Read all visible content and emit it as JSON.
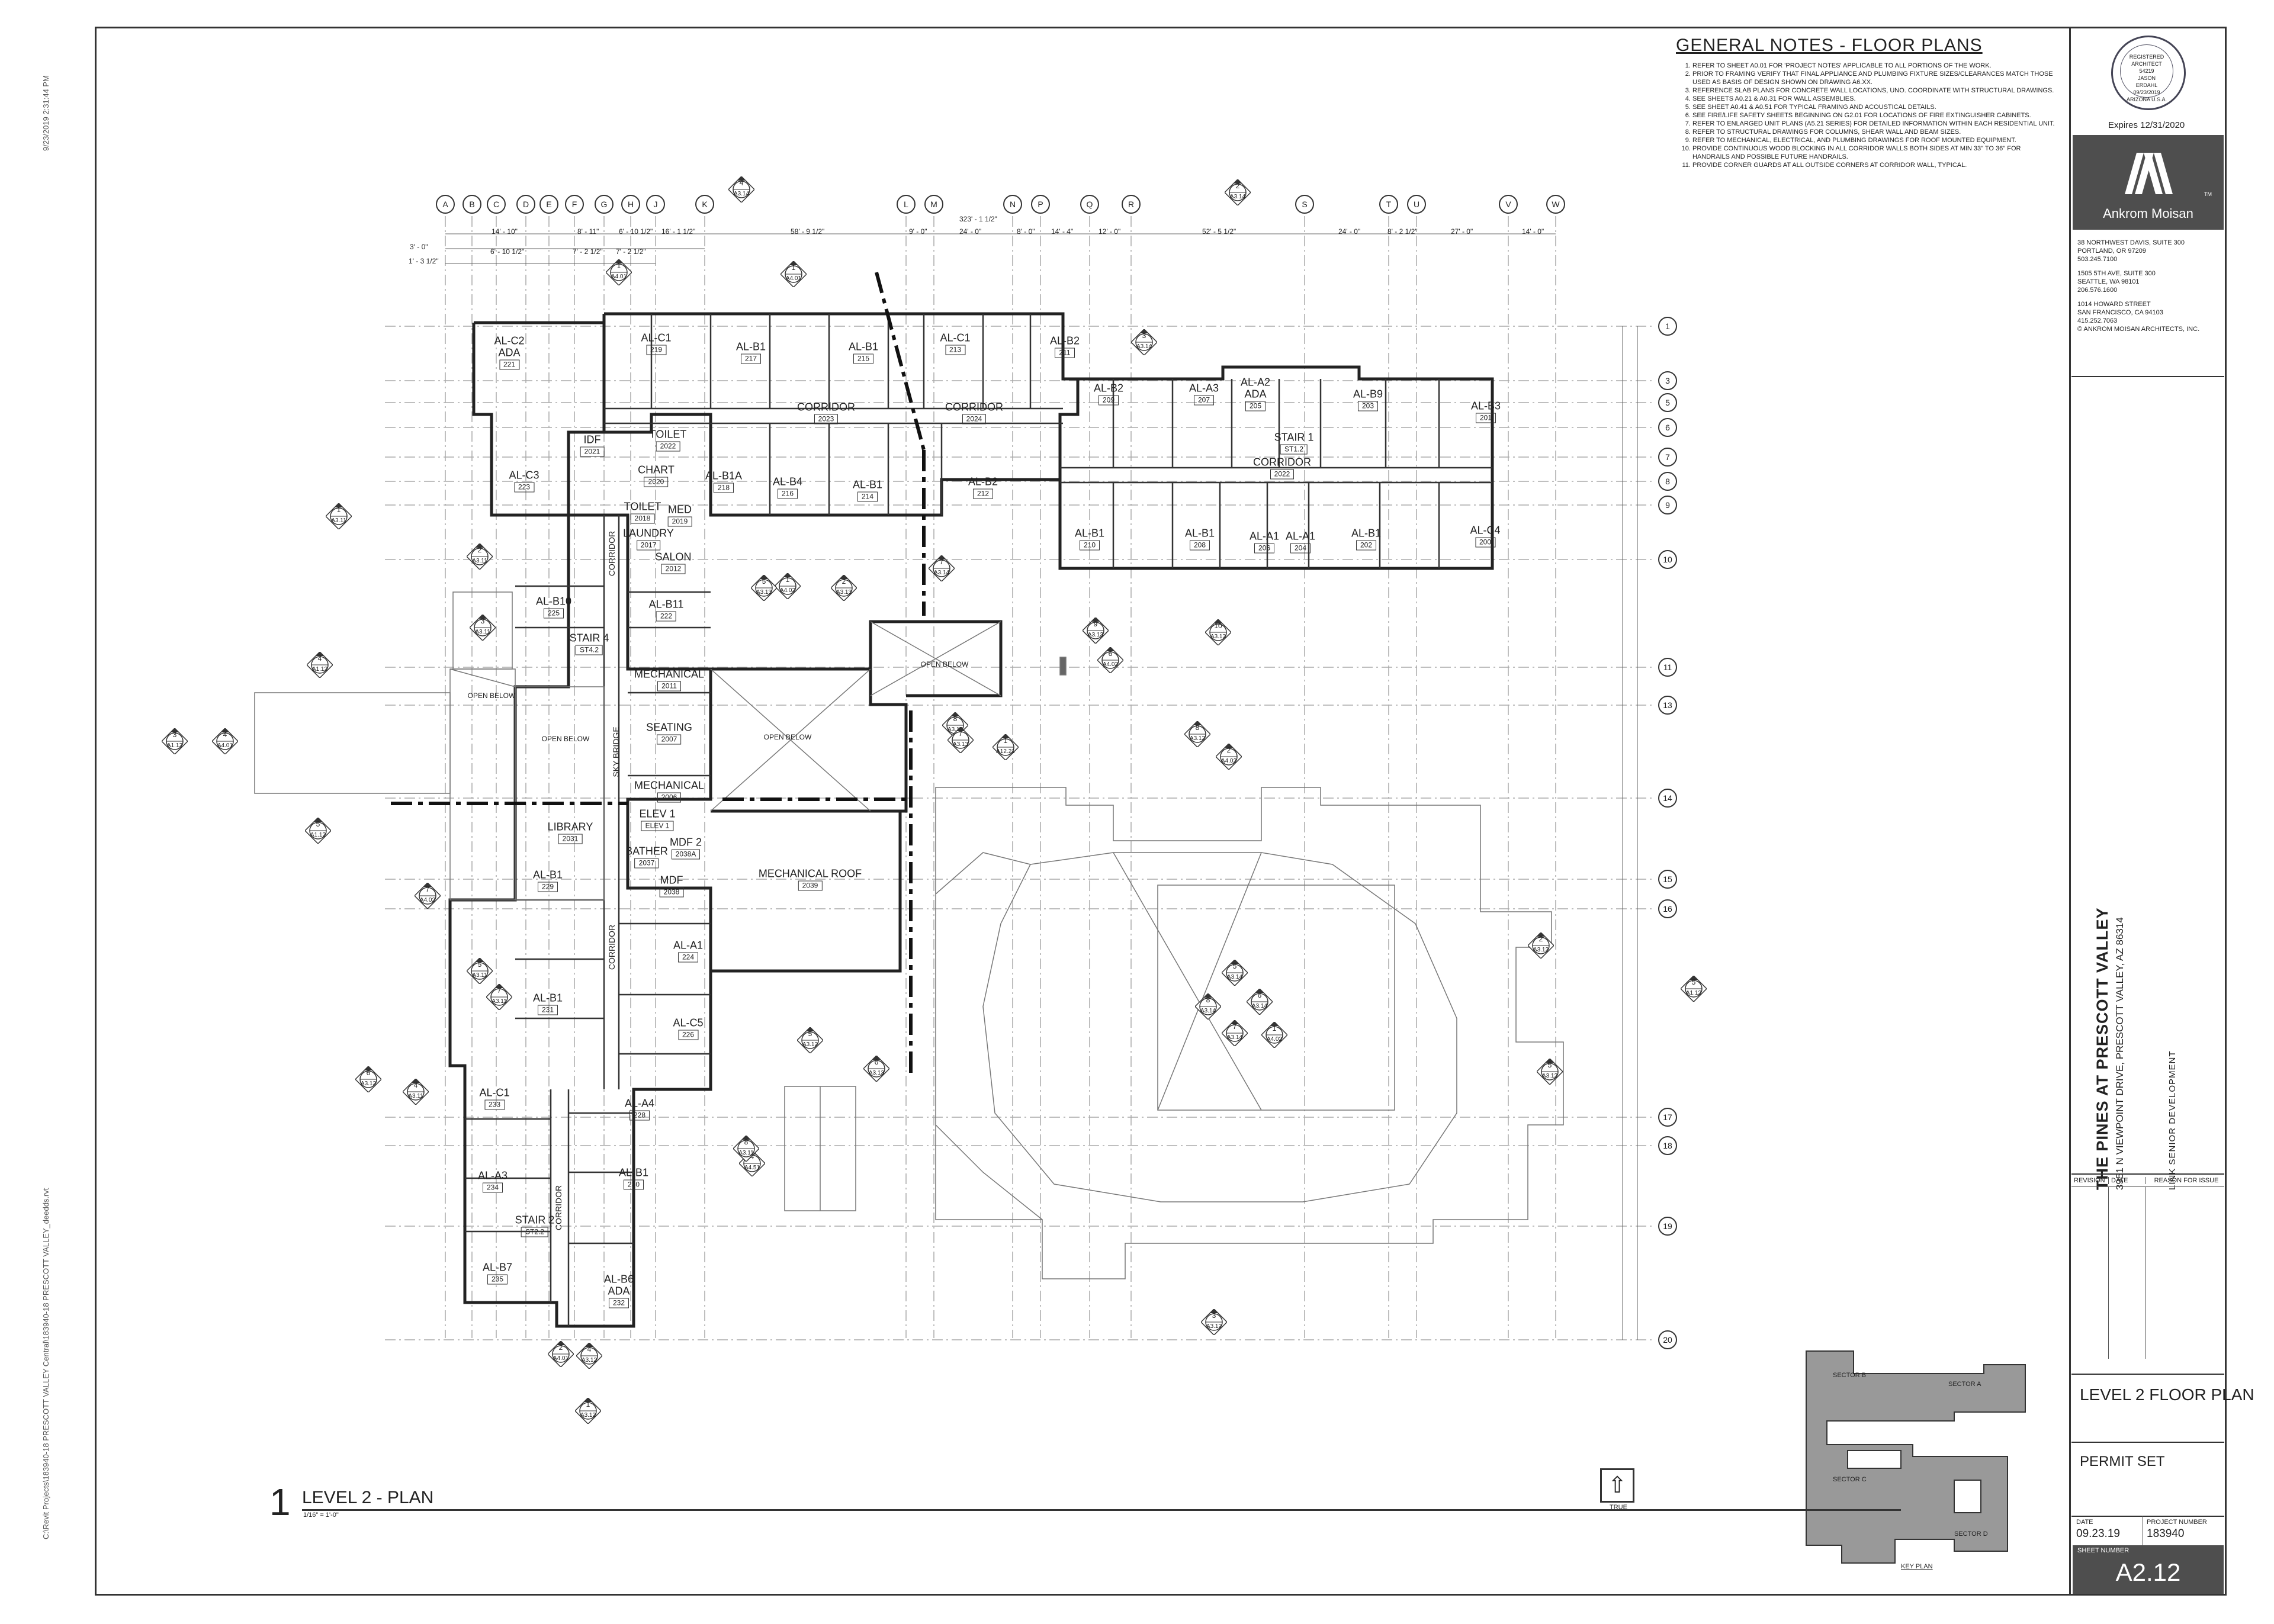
{
  "sheet": {
    "print_date": "9/23/2019 2:31:44 PM",
    "file_path": "C:\\Revit Projects\\183940-18 PRESCOTT VALLEY Central\\183940-18 PRESCOTT VALLEY_deedds.rvt"
  },
  "notes": {
    "title": "GENERAL NOTES - FLOOR PLANS",
    "items": [
      "REFER TO SHEET A0.01 FOR 'PROJECT NOTES' APPLICABLE TO ALL PORTIONS OF THE WORK.",
      "PRIOR TO FRAMING VERIFY THAT FINAL APPLIANCE AND PLUMBING FIXTURE SIZES/CLEARANCES MATCH THOSE USED AS BASIS OF DESIGN SHOWN ON DRAWING A6.XX.",
      "REFERENCE SLAB PLANS FOR CONCRETE WALL LOCATIONS, UNO. COORDINATE WITH STRUCTURAL DRAWINGS.",
      "SEE SHEETS A0.21 & A0.31 FOR WALL ASSEMBLIES.",
      "SEE SHEET A0.41 & A0.51 FOR TYPICAL FRAMING AND ACOUSTICAL DETAILS.",
      "SEE FIRE/LIFE SAFETY SHEETS BEGINNING ON G2.01 FOR LOCATIONS OF FIRE EXTINGUISHER CABINETS.",
      "REFER TO ENLARGED UNIT PLANS (A5.21 SERIES) FOR DETAILED INFORMATION WITHIN EACH RESIDENTIAL UNIT.",
      "REFER TO STRUCTURAL DRAWINGS FOR COLUMNS, SHEAR WALL AND BEAM SIZES.",
      "REFER TO MECHANICAL, ELECTRICAL, AND PLUMBING DRAWINGS FOR ROOF MOUNTED EQUIPMENT.",
      "PROVIDE CONTINUOUS WOOD BLOCKING IN ALL CORRIDOR WALLS BOTH SIDES AT MIN 33\" TO 36\" FOR HANDRAILS AND POSSIBLE FUTURE HANDRAILS.",
      "PROVIDE CORNER GUARDS AT ALL OUTSIDE CORNERS AT CORRIDOR WALL, TYPICAL."
    ]
  },
  "stamp": {
    "lines": [
      "REGISTERED ARCHITECT",
      "54219",
      "JASON",
      "ERDAHL",
      "09/23/2019",
      "ARIZONA U.S.A."
    ],
    "expires": "Expires 12/31/2020"
  },
  "firm": {
    "name": "Ankrom Moisan",
    "tm": "TM",
    "offices": [
      "38 NORTHWEST DAVIS, SUITE 300\nPORTLAND, OR 97209\n503.245.7100",
      "1505 5TH AVE, SUITE 300\nSEATTLE, WA 98101\n206.576.1600",
      "1014 HOWARD STREET\nSAN FRANCISCO, CA 94103\n415.252.7063\n© ANKROM MOISAN ARCHITECTS, INC."
    ]
  },
  "project": {
    "name": "THE PINES AT PRESCOTT VALLEY",
    "address": "3951 N VIEWPOINT DRIVE, PRESCOTT VALLEY, AZ 86314",
    "client": "LINK SENIOR DEVELOPMENT"
  },
  "revision_table": {
    "col1": "REVISION",
    "col2": "DATE",
    "col3": "REASON FOR ISSUE"
  },
  "drawing": {
    "title": "LEVEL 2 FLOOR PLAN",
    "issue": "PERMIT SET",
    "date_label": "DATE",
    "date": "09.23.19",
    "project_number_label": "PROJECT NUMBER",
    "project_number": "183940",
    "sheet_number_label": "SHEET NUMBER",
    "sheet_number": "A2.12"
  },
  "plan": {
    "view_number": "1",
    "view_title": "LEVEL 2 - PLAN",
    "scale": "1/16\" = 1'-0\"",
    "true_north": "TRUE",
    "north_arrow": "⇧",
    "key_plan_caption": "KEY PLAN",
    "key_sectors": [
      "SECTOR B",
      "SECTOR A",
      "SECTOR C",
      "SECTOR D"
    ],
    "column_grid": [
      "A",
      "B",
      "C",
      "D",
      "E",
      "F",
      "G",
      "H",
      "J",
      "K",
      "L",
      "M",
      "N",
      "P",
      "Q",
      "R",
      "S",
      "T",
      "U",
      "V",
      "W"
    ],
    "row_grid": [
      "1",
      "3",
      "5",
      "6",
      "7",
      "8",
      "9",
      "10",
      "11",
      "13",
      "14",
      "15",
      "16",
      "17",
      "18",
      "19",
      "20"
    ],
    "dims_top": [
      "14' - 10\"",
      "8' - 11\"",
      "6' - 10 1/2\"",
      "16' - 1 1/2\"",
      "58' - 9 1/2\"",
      "9' - 0\"",
      "24' - 0\"",
      "8' - 0\"",
      "14' - 4\"",
      "12' - 0\"",
      "52' - 5 1/2\"",
      "24' - 0\"",
      "8' - 2 1/2\"",
      "27' - 0\"",
      "14' - 0\""
    ],
    "dims_top2": [
      "3' - 0\"",
      "6' - 10 1/2\"",
      "7' - 2 1/2\"",
      "7' - 2 1/2\"",
      "1' - 3 1/2\""
    ],
    "dim_overall": "323' - 1 1/2\"",
    "rooms": [
      {
        "name": "AL-C2",
        "sub": "ADA",
        "num": "221"
      },
      {
        "name": "AL-C1",
        "sub": "",
        "num": "219"
      },
      {
        "name": "AL-B1",
        "sub": "",
        "num": "217"
      },
      {
        "name": "AL-B1",
        "sub": "",
        "num": "215"
      },
      {
        "name": "AL-C1",
        "sub": "",
        "num": "213"
      },
      {
        "name": "AL-B2",
        "sub": "",
        "num": "211"
      },
      {
        "name": "AL-B2",
        "sub": "",
        "num": "209"
      },
      {
        "name": "AL-A3",
        "sub": "",
        "num": "207"
      },
      {
        "name": "AL-A2",
        "sub": "ADA",
        "num": "205"
      },
      {
        "name": "AL-B9",
        "sub": "",
        "num": "203"
      },
      {
        "name": "AL-B3",
        "sub": "",
        "num": "201"
      },
      {
        "name": "CORRIDOR",
        "sub": "",
        "num": "2023"
      },
      {
        "name": "CORRIDOR",
        "sub": "",
        "num": "2024"
      },
      {
        "name": "TOILET",
        "sub": "",
        "num": "2022"
      },
      {
        "name": "IDF",
        "sub": "",
        "num": "2021"
      },
      {
        "name": "AL-C3",
        "sub": "",
        "num": "223"
      },
      {
        "name": "CHART",
        "sub": "",
        "num": "2020"
      },
      {
        "name": "AL-B1A",
        "sub": "",
        "num": "218"
      },
      {
        "name": "AL-B4",
        "sub": "",
        "num": "216"
      },
      {
        "name": "AL-B1",
        "sub": "",
        "num": "214"
      },
      {
        "name": "AL-B2",
        "sub": "",
        "num": "212"
      },
      {
        "name": "STAIR 1",
        "sub": "",
        "num": "ST1.2"
      },
      {
        "name": "CORRIDOR",
        "sub": "",
        "num": "2022"
      },
      {
        "name": "TOILET",
        "sub": "",
        "num": "2018"
      },
      {
        "name": "MED",
        "sub": "",
        "num": "2019"
      },
      {
        "name": "LAUNDRY",
        "sub": "",
        "num": "2017"
      },
      {
        "name": "SALON",
        "sub": "",
        "num": "2012"
      },
      {
        "name": "AL-B1",
        "sub": "",
        "num": "210"
      },
      {
        "name": "AL-B1",
        "sub": "",
        "num": "208"
      },
      {
        "name": "AL-A1",
        "sub": "",
        "num": "206"
      },
      {
        "name": "AL-A1",
        "sub": "",
        "num": "204"
      },
      {
        "name": "AL-B1",
        "sub": "",
        "num": "202"
      },
      {
        "name": "AL-C4",
        "sub": "",
        "num": "200"
      },
      {
        "name": "AL-B10",
        "sub": "",
        "num": "225"
      },
      {
        "name": "AL-B11",
        "sub": "",
        "num": "222"
      },
      {
        "name": "STAIR 4",
        "sub": "",
        "num": "ST4.2"
      },
      {
        "name": "MECHANICAL",
        "sub": "",
        "num": "2011"
      },
      {
        "name": "SEATING",
        "sub": "",
        "num": "2007"
      },
      {
        "name": "MECHANICAL",
        "sub": "",
        "num": "2006"
      },
      {
        "name": "ELEV 1",
        "sub": "",
        "num": "ELEV 1"
      },
      {
        "name": "LIBRARY",
        "sub": "",
        "num": "2031"
      },
      {
        "name": "BATHER",
        "sub": "",
        "num": "2037"
      },
      {
        "name": "MDF 2",
        "sub": "",
        "num": "2038A"
      },
      {
        "name": "MDF",
        "sub": "",
        "num": "2038"
      },
      {
        "name": "MECHANICAL ROOF",
        "sub": "",
        "num": "2039"
      },
      {
        "name": "AL-B1",
        "sub": "",
        "num": "229"
      },
      {
        "name": "AL-A1",
        "sub": "",
        "num": "224"
      },
      {
        "name": "AL-B1",
        "sub": "",
        "num": "231"
      },
      {
        "name": "AL-C5",
        "sub": "",
        "num": "226"
      },
      {
        "name": "AL-C1",
        "sub": "",
        "num": "233"
      },
      {
        "name": "AL-A4",
        "sub": "",
        "num": "228"
      },
      {
        "name": "AL-B1",
        "sub": "",
        "num": "230"
      },
      {
        "name": "AL-A3",
        "sub": "",
        "num": "234"
      },
      {
        "name": "STAIR 2",
        "sub": "",
        "num": "ST2.2"
      },
      {
        "name": "AL-B7",
        "sub": "",
        "num": "235"
      },
      {
        "name": "AL-B6",
        "sub": "ADA",
        "num": "232"
      }
    ],
    "labels": {
      "open_below_1": "OPEN BELOW",
      "open_below_2": "OPEN BELOW",
      "open_below_3": "OPEN BELOW",
      "open_below_4": "OPEN BELOW",
      "sky_bridge": "SKY BRIDGE",
      "corridor_v1": "CORRIDOR",
      "corridor_v2": "CORRIDOR",
      "corridor_v3": "CORRIDOR"
    },
    "tags": [
      {
        "a": "4",
        "b": "A3.14"
      },
      {
        "a": "1",
        "b": "A4.01"
      },
      {
        "a": "1",
        "b": "A4.01"
      },
      {
        "a": "2",
        "b": "A3.14"
      },
      {
        "a": "3",
        "b": "A3.14"
      },
      {
        "a": "1",
        "b": "A3.11"
      },
      {
        "a": "2",
        "b": "A3.11"
      },
      {
        "a": "7",
        "b": "A3.14"
      },
      {
        "a": "1",
        "b": "A4.02"
      },
      {
        "a": "2",
        "b": "A3.13"
      },
      {
        "a": "5",
        "b": "A3.13"
      },
      {
        "a": "3",
        "b": "A3.13"
      },
      {
        "a": "3",
        "b": "A3.11"
      },
      {
        "a": "4",
        "b": "A1.12"
      },
      {
        "a": "9",
        "b": "A3.13"
      },
      {
        "a": "10",
        "b": "A3.13"
      },
      {
        "a": "6",
        "b": "A4.02"
      },
      {
        "a": "3",
        "b": "A1.12"
      },
      {
        "a": "4",
        "b": "A4.01"
      },
      {
        "a": "8",
        "b": "A3.13"
      },
      {
        "a": "7",
        "b": "A3.13"
      },
      {
        "a": "1",
        "b": "A12.21"
      },
      {
        "a": "8",
        "b": "A3.12"
      },
      {
        "a": "2",
        "b": "A4.02"
      },
      {
        "a": "5",
        "b": "A1.12"
      },
      {
        "a": "7",
        "b": "A4.02"
      },
      {
        "a": "5",
        "b": "A3.11"
      },
      {
        "a": "7",
        "b": "A3.11"
      },
      {
        "a": "5",
        "b": "A3.14"
      },
      {
        "a": "6",
        "b": "A3.14"
      },
      {
        "a": "8",
        "b": "A3.14"
      },
      {
        "a": "7",
        "b": "A3.14"
      },
      {
        "a": "1",
        "b": "A4.02"
      },
      {
        "a": "2",
        "b": "A3.12"
      },
      {
        "a": "5",
        "b": "A3.12"
      },
      {
        "a": "6",
        "b": "A3.13"
      },
      {
        "a": "5",
        "b": "A3.12"
      },
      {
        "a": "6",
        "b": "A3.12"
      },
      {
        "a": "4",
        "b": "A3.11"
      },
      {
        "a": "4",
        "b": "A4.51"
      },
      {
        "a": "8",
        "b": "A3.11"
      },
      {
        "a": "3",
        "b": "A3.12"
      },
      {
        "a": "4",
        "b": "A3.12"
      },
      {
        "a": "2",
        "b": "A4.01"
      },
      {
        "a": "1",
        "b": "A3.12"
      },
      {
        "a": "5",
        "b": "A1.12"
      }
    ]
  }
}
